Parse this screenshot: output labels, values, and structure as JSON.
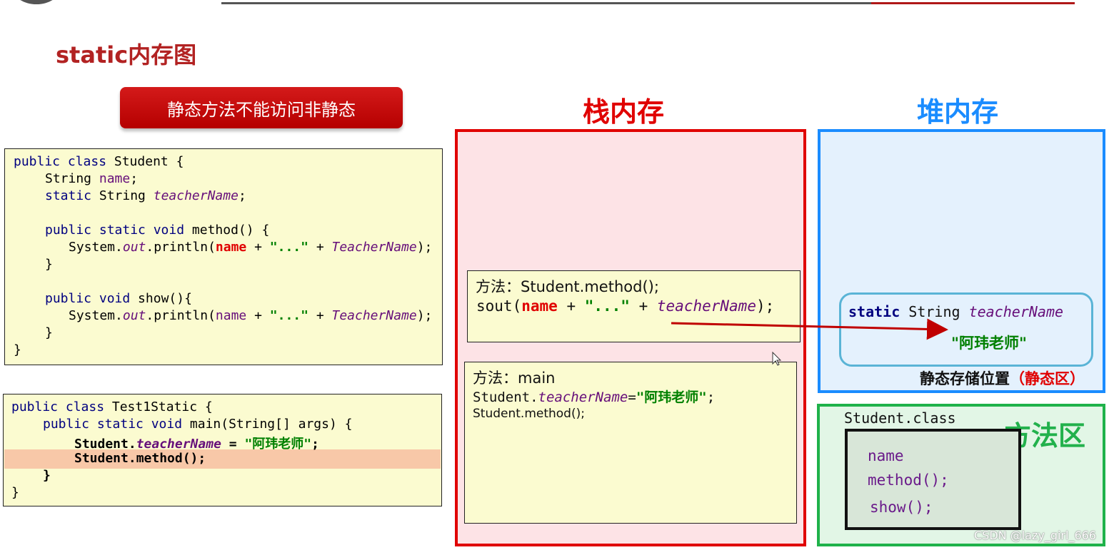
{
  "page": {
    "title": "static内存图",
    "rule_banner": "静态方法不能访问非静态"
  },
  "code_student": {
    "l1_kw": "public class",
    "l1_rest": " Student {",
    "l2_type": "String ",
    "l2_field": "name",
    "l2_end": ";",
    "l3_kw": "static",
    "l3_type": " String ",
    "l3_field": "teacherName",
    "l3_end": ";",
    "l4_kw": "public static void",
    "l4_rest": " method() {",
    "l5_a": "System.",
    "l5_out": "out",
    "l5_b": ".println(",
    "l5_name": "name",
    "l5_c": " + ",
    "l5_str": "\"...\"",
    "l5_d": " + ",
    "l5_field": "TeacherName",
    "l5_end": ");",
    "l6": "}",
    "l7_kw": "public void",
    "l7_rest": " show(){",
    "l8_a": "System.",
    "l8_out": "out",
    "l8_b": ".println(",
    "l8_name": "name",
    "l8_c": " + ",
    "l8_str": "\"...\"",
    "l8_d": " + ",
    "l8_field": "TeacherName",
    "l8_end": ");",
    "l9": "}",
    "l10": "}"
  },
  "code_test": {
    "l1_kw": "public class",
    "l1_rest": " Test1Static {",
    "l2_kw": "public static void",
    "l2_rest": " main(String[] args) {",
    "l3_a": "Student.",
    "l3_field": "teacherName",
    "l3_b": " = ",
    "l3_str": "\"阿玮老师\"",
    "l3_end": ";",
    "l4": "Student.method();",
    "l5": "}",
    "l6": "}"
  },
  "stack": {
    "title": "栈内存",
    "frame_method": {
      "label": "方法：Student.method();",
      "l2_a": "sout(",
      "l2_name": "name",
      "l2_b": " + ",
      "l2_str": "\"...\"",
      "l2_c": " + ",
      "l2_field": "teacherName",
      "l2_end": ");"
    },
    "frame_main": {
      "label": "方法：main",
      "l2_a": "Student.",
      "l2_field": "teacherName",
      "l2_b": "=",
      "l2_str": "\"阿玮老师\"",
      "l2_end": ";",
      "l3": "Student.method();"
    }
  },
  "heap": {
    "title": "堆内存",
    "static_kw": "static",
    "static_type": " String ",
    "static_field": "teacherName",
    "static_value": "\"阿玮老师\"",
    "static_label": "静态存储位置",
    "static_label_red": "（静态区）"
  },
  "method_area": {
    "title": "方法区",
    "class_label": "Student.class",
    "members": [
      "name",
      "method();",
      "show();"
    ]
  },
  "watermark": "CSDN @lazy_girl_666",
  "colors": {
    "stack": "#e00000",
    "heap": "#1a8cff",
    "method_area": "#22b14c",
    "title": "#b22222",
    "arrow": "#c00000"
  }
}
